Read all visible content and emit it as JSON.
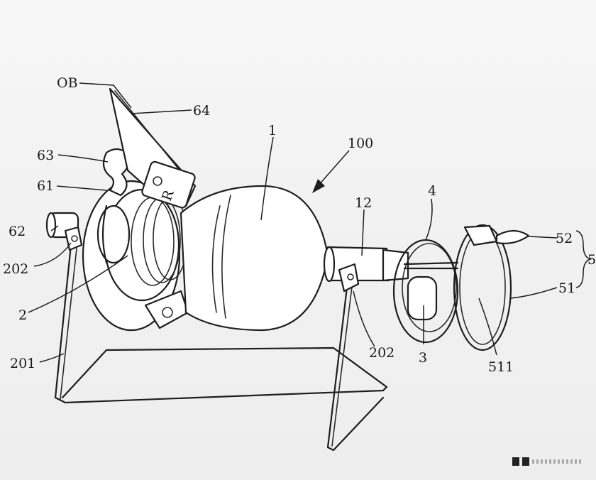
{
  "labels": [
    {
      "text": "OB"
    },
    {
      "text": "64"
    },
    {
      "text": "63"
    },
    {
      "text": "61"
    },
    {
      "text": "62"
    },
    {
      "text": "202"
    },
    {
      "text": "2"
    },
    {
      "text": "201"
    },
    {
      "text": "1"
    },
    {
      "text": "100"
    },
    {
      "text": "12"
    },
    {
      "text": "4"
    },
    {
      "text": "52"
    },
    {
      "text": "5"
    },
    {
      "text": "51"
    },
    {
      "text": "202"
    },
    {
      "text": "3"
    },
    {
      "text": "511"
    }
  ],
  "clip_marking": "R",
  "colors": {
    "line": "#1e1e1e",
    "background": "#f2f2f2"
  }
}
